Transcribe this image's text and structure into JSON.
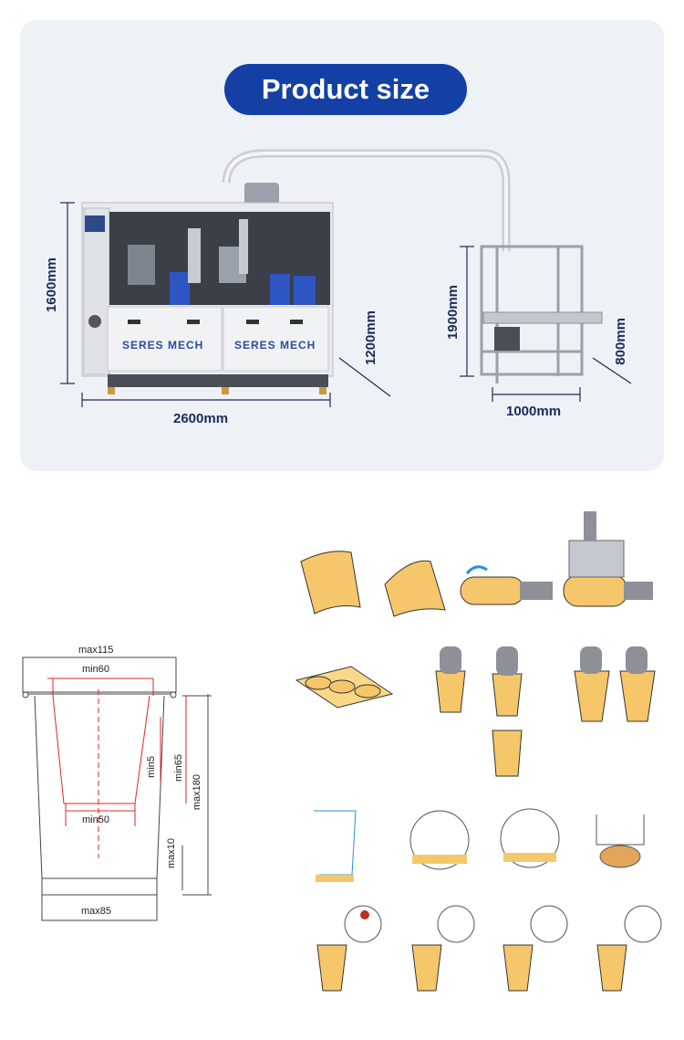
{
  "header": {
    "title": "Product size"
  },
  "machine": {
    "brand_left": "SERES MECH",
    "brand_right": "SERES MECH",
    "dims": {
      "height_left": "1600mm",
      "width": "2600mm",
      "height_base": "1200mm",
      "height_right": "1900mm",
      "width_right": "1000mm",
      "depth_right": "800mm"
    }
  },
  "cup_spec": {
    "top_width": "max115",
    "inner_top": "min60",
    "inner_bottom": "min50",
    "bottom_width": "max85",
    "min5": "min5",
    "min65": "min65",
    "max180": "max180",
    "max10": "max10"
  },
  "colors": {
    "accent": "#1440a6",
    "paper": "#f5c76a",
    "steel": "#8d9096",
    "redline": "#e02424"
  }
}
